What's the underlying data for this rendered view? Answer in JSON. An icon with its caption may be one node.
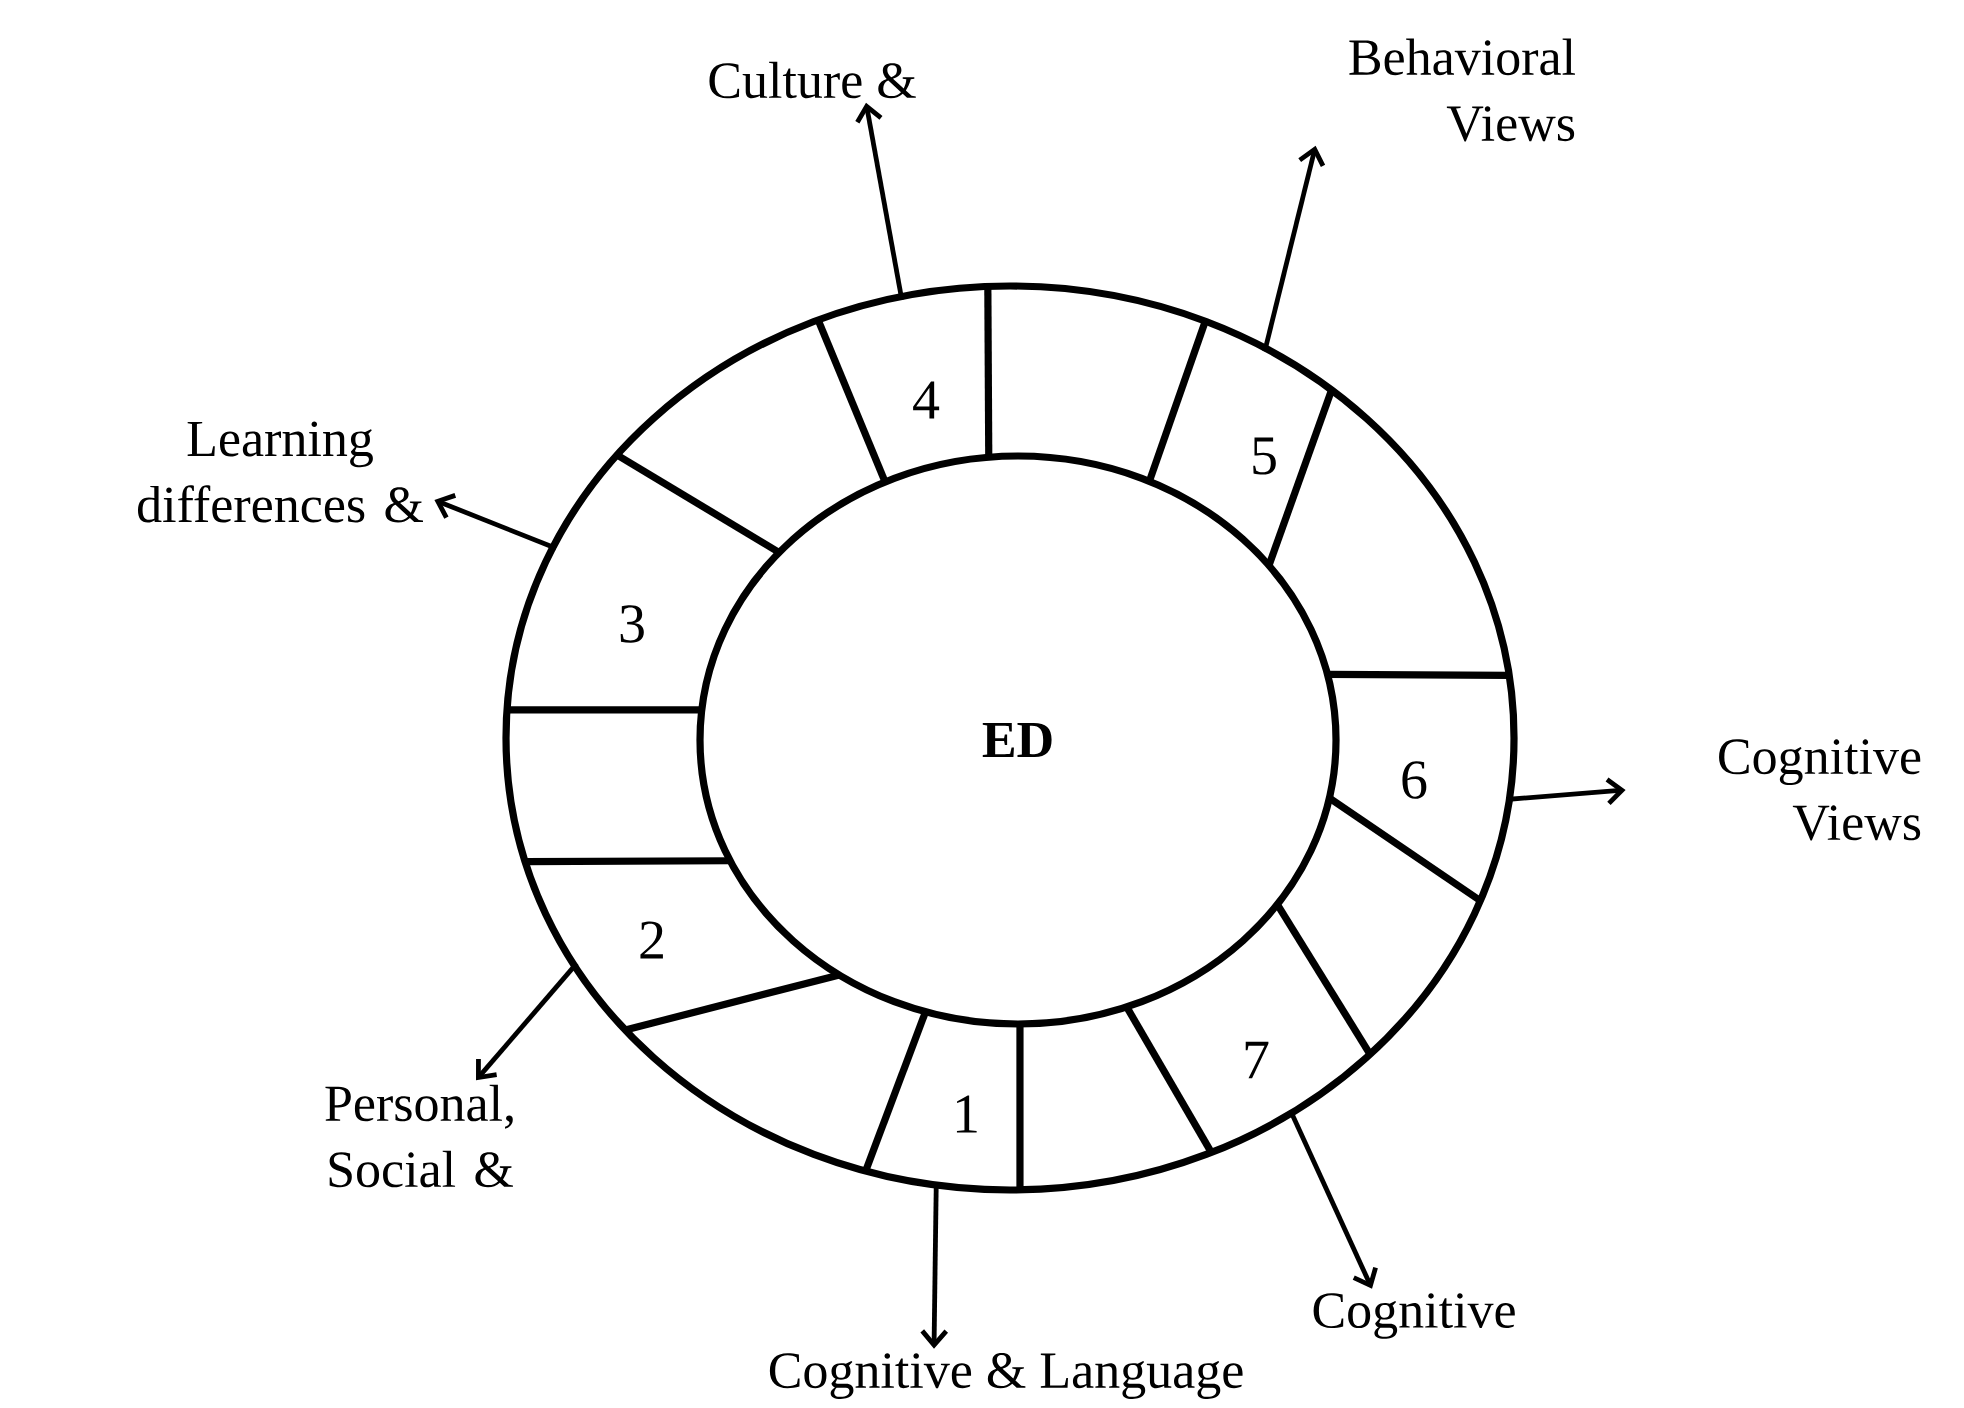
{
  "diagram": {
    "nodes": [
      {
        "text": [
          "ED"
        ]
      },
      {
        "text": [
          "1"
        ]
      },
      {
        "text": [
          "2"
        ]
      },
      {
        "text": [
          "3"
        ]
      },
      {
        "text": [
          "4"
        ]
      },
      {
        "text": [
          "5"
        ]
      },
      {
        "text": [
          "6"
        ]
      },
      {
        "text": [
          "7"
        ]
      },
      {
        "text": [
          "Cognitive & Language"
        ]
      },
      {
        "text": [
          "Personal, Social &"
        ]
      },
      {
        "text": [
          "Learning differences &"
        ]
      },
      {
        "text": [
          "Culture &"
        ]
      },
      {
        "text": [
          "Behavioral Views"
        ]
      },
      {
        "text": [
          "Cognitive Views"
        ]
      },
      {
        "text": [
          "Cognitive"
        ]
      }
    ],
    "edges": [
      {
        "from": 1,
        "to": 8,
        "arrow": "to"
      },
      {
        "from": 2,
        "to": 9,
        "arrow": "to"
      },
      {
        "from": 3,
        "to": 10,
        "arrow": "to"
      },
      {
        "from": 4,
        "to": 11,
        "arrow": "to"
      },
      {
        "from": 5,
        "to": 12,
        "arrow": "to"
      },
      {
        "from": 6,
        "to": 13,
        "arrow": "to"
      },
      {
        "from": 7,
        "to": 14,
        "arrow": "to"
      }
    ]
  }
}
